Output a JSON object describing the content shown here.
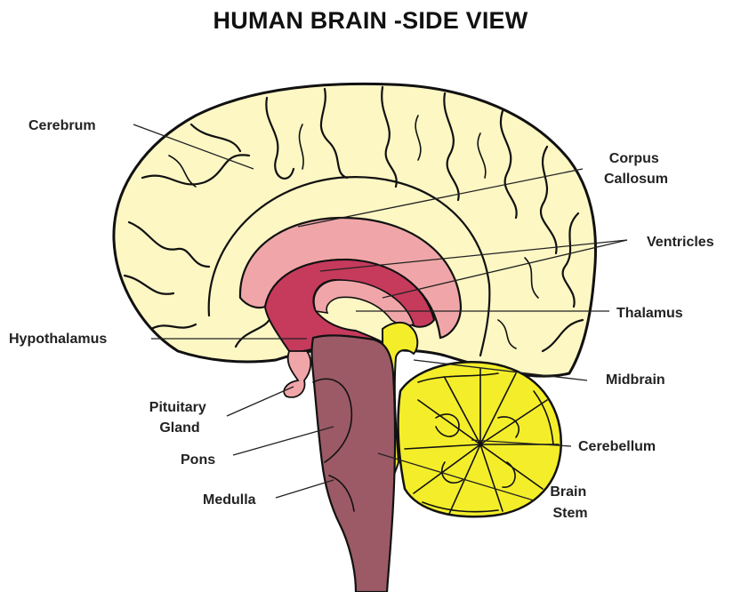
{
  "title": "HUMAN BRAIN -SIDE VIEW",
  "labels": {
    "cerebrum": "Cerebrum",
    "corpus_callosum": [
      "Corpus",
      "Callosum"
    ],
    "ventricles": "Ventricles",
    "thalamus": "Thalamus",
    "hypothalamus": "Hypothalamus",
    "midbrain": "Midbrain",
    "pituitary_gland": [
      "Pituitary",
      "Gland"
    ],
    "cerebellum": "Cerebellum",
    "pons": "Pons",
    "brain_stem": [
      "Brain",
      "Stem"
    ],
    "medulla": "Medulla"
  },
  "colors": {
    "cerebrum": "#fdf7c4",
    "corpus_callosum": "#f0a6a8",
    "thalamus": "#c63a5c",
    "midbrain": "#f4ee2a",
    "cerebellum": "#f4ee2a",
    "brain_stem": "#9c5a66",
    "pituitary": "#f0a6a8",
    "outline": "#111111"
  }
}
